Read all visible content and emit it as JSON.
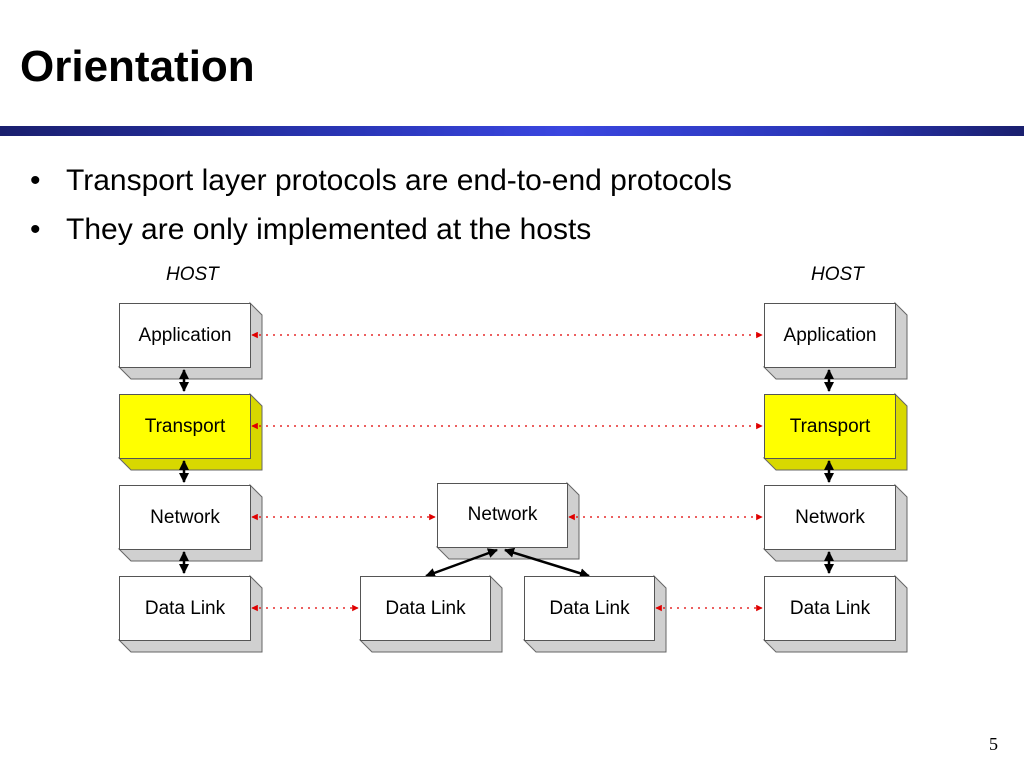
{
  "slide": {
    "title": "Orientation",
    "page_number": "5"
  },
  "bullets": [
    "Transport layer protocols are end-to-end protocols",
    "They are only implemented at the hosts"
  ],
  "diagram": {
    "left_host": {
      "label": "HOST",
      "layers": [
        "Application",
        "Transport",
        "Network",
        "Data Link"
      ]
    },
    "right_host": {
      "label": "HOST",
      "layers": [
        "Application",
        "Transport",
        "Network",
        "Data Link"
      ]
    },
    "router": {
      "network": "Network",
      "data_link_left": "Data Link",
      "data_link_right": "Data Link"
    },
    "highlight_layer": "Transport",
    "colors": {
      "highlight": "#ffff00",
      "peer_link": "#e00000",
      "rule": "#2a36b8"
    }
  }
}
